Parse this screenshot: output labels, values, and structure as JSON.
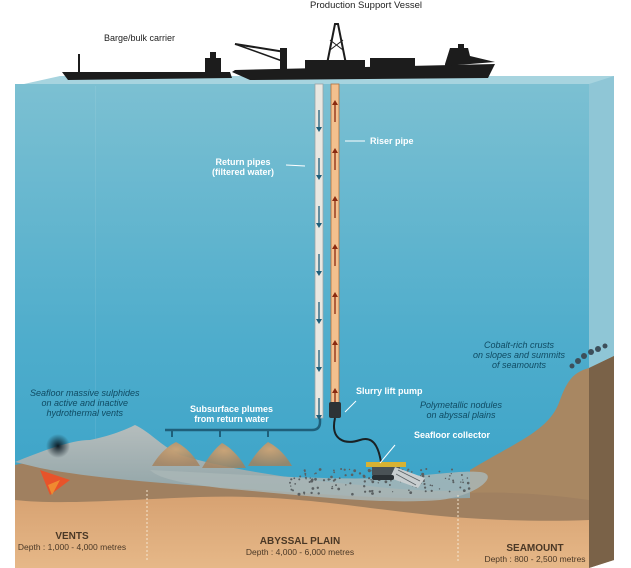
{
  "title": "Production Support Vessel",
  "vessels": {
    "barge_label": "Barge/bulk carrier",
    "production_label": "Production Support Vessel"
  },
  "pipes": {
    "return_label_line1": "Return pipes",
    "return_label_line2": "(filtered water)",
    "riser_label": "Riser pipe",
    "pump_label": "Slurry lift pump",
    "collector_label": "Seafloor collector",
    "plumes_line1": "Subsurface plumes",
    "plumes_line2": "from return water"
  },
  "resources": {
    "sulphides_line1": "Seafloor massive sulphides",
    "sulphides_line2": "on active and inactive",
    "sulphides_line3": "hydrothermal vents",
    "nodules_line1": "Polymetallic nodules",
    "nodules_line2": "on abyssal plains",
    "crusts_line1": "Cobalt-rich crusts",
    "crusts_line2": "on slopes and summits",
    "crusts_line3": "of seamounts"
  },
  "zones": [
    {
      "name": "VENTS",
      "depth": "Depth : 1,000 - 4,000 metres"
    },
    {
      "name": "ABYSSAL PLAIN",
      "depth": "Depth : 4,000 - 6,000 metres"
    },
    {
      "name": "SEAMOUNT",
      "depth": "Depth : 800 - 2,500 metres"
    }
  ],
  "colors": {
    "ocean": "#5fb3cc",
    "ocean_deep": "#3fa3c4",
    "sediment": "#d9a877",
    "rock": "#9b7a57",
    "return_pipe": "#e8e6e0",
    "riser_pipe": "#f0b078",
    "arrow_down": "#1f5f7a",
    "arrow_up": "#8a2a10"
  }
}
